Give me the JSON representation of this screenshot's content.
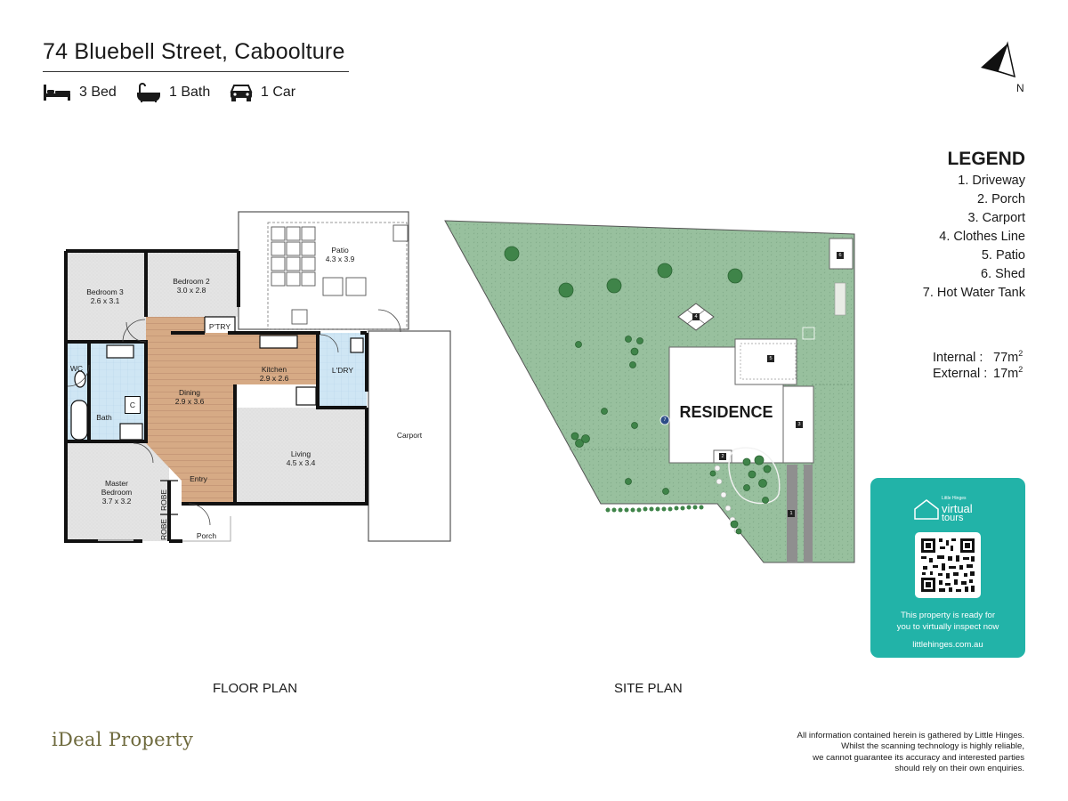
{
  "header": {
    "title": "74 Bluebell Street, Caboolture",
    "features": [
      {
        "icon": "bed-icon",
        "label": "3 Bed"
      },
      {
        "icon": "bath-icon",
        "label": "1 Bath"
      },
      {
        "icon": "car-icon",
        "label": "1 Car"
      }
    ],
    "north_label": "N"
  },
  "legend": {
    "title": "LEGEND",
    "items": [
      "1. Driveway",
      "2. Porch",
      "3. Carport",
      "4. Clothes Line",
      "5. Patio",
      "6. Shed",
      "7. Hot Water Tank"
    ],
    "areas": [
      {
        "label": "Internal :",
        "value": "77m",
        "unit_sup": "2"
      },
      {
        "label": "External :",
        "value": "17m",
        "unit_sup": "2"
      }
    ]
  },
  "floor_plan": {
    "caption": "FLOOR PLAN",
    "rooms": [
      {
        "name": "Bedroom 3",
        "size": "2.6 x 3.1"
      },
      {
        "name": "Bedroom 2",
        "size": "3.0 x 2.8"
      },
      {
        "name": "Patio",
        "size": "4.3 x 3.9"
      },
      {
        "name": "Kitchen",
        "size": "2.9 x 2.6"
      },
      {
        "name": "Dining",
        "size": "2.9 x 3.6"
      },
      {
        "name": "Living",
        "size": "4.5 x 3.4"
      },
      {
        "name": "Master",
        "size": "Bedroom"
      },
      {
        "name": "",
        "size": "3.7 x 3.2"
      }
    ],
    "labels": {
      "ptry": "P'TRY",
      "ldry": "L'DRY",
      "wc": "WC",
      "bath": "Bath",
      "c": "C",
      "entry": "Entry",
      "robe1": "ROBE",
      "robe2": "ROBE",
      "porch": "Porch",
      "carport": "Carport"
    }
  },
  "site_plan": {
    "caption": "SITE PLAN",
    "residence": "RESIDENCE",
    "markers": [
      "1",
      "2",
      "3",
      "4",
      "5",
      "6",
      "7"
    ]
  },
  "virtual_tour": {
    "brand_small": "Little Hinges",
    "brand_main": "virtual",
    "brand_sub": "tours",
    "message_line1": "This property is ready for",
    "message_line2": "you to virtually inspect now",
    "url": "littlehinges.com.au"
  },
  "footer": {
    "logo": "iDeal Property",
    "disclaimer": [
      "All information contained herein is gathered by Little Hinges.",
      "Whilst the scanning technology is highly reliable,",
      "we cannot guarantee its accuracy and interested parties",
      "should rely on their own enquiries."
    ]
  },
  "colors": {
    "lawn": "#98c09e",
    "dining_floor": "#d6aa85",
    "wet_area": "#cfe6f4",
    "card_teal": "#22b3a8",
    "logo": "#6e6a3d"
  }
}
